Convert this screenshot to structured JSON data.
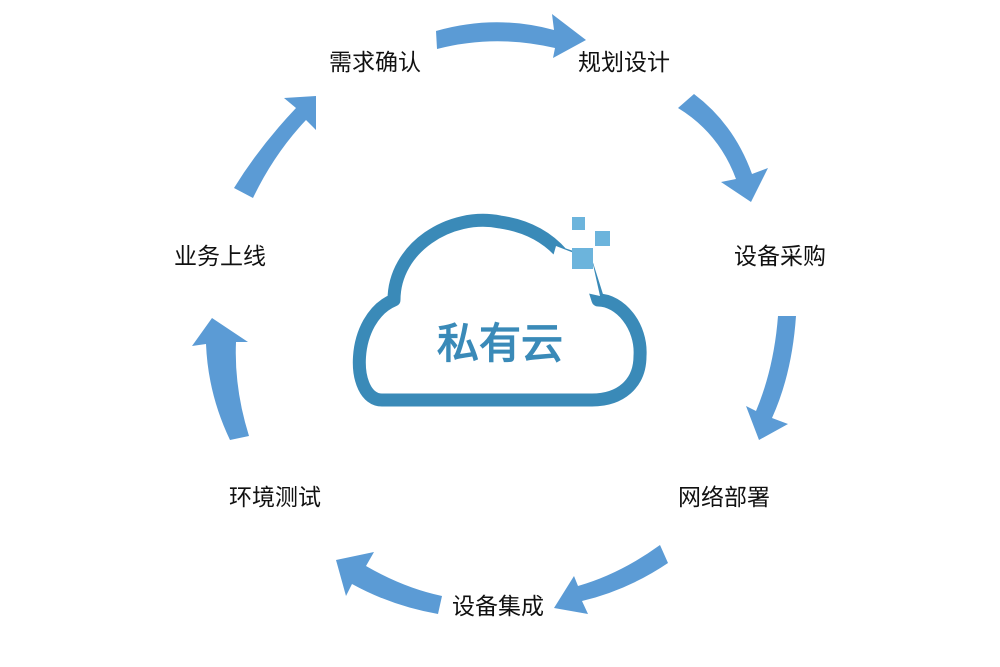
{
  "center": {
    "label": "私有云"
  },
  "steps": [
    {
      "label": "需求确认"
    },
    {
      "label": "规划设计"
    },
    {
      "label": "设备采购"
    },
    {
      "label": "网络部署"
    },
    {
      "label": "设备集成"
    },
    {
      "label": "环境测试"
    },
    {
      "label": "业务上线"
    }
  ],
  "colors": {
    "arrow": "#5b9bd5",
    "cloud_stroke": "#3a8ab8",
    "cloud_text": "#3a8ab8",
    "pixel_square": "#6cb4dc",
    "label_text": "#111111"
  }
}
